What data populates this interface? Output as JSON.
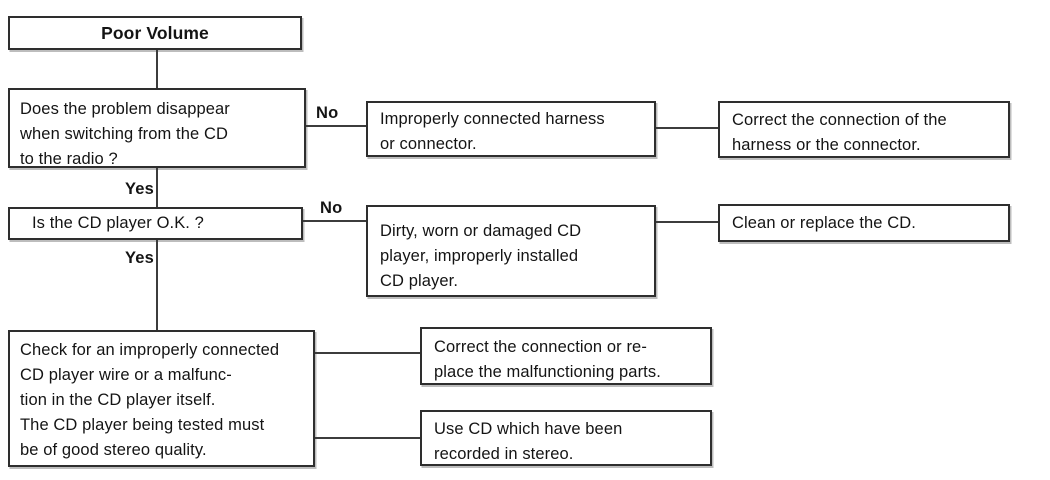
{
  "flowchart": {
    "start": {
      "label": "Poor Volume"
    },
    "questions": {
      "q1": {
        "text": "Does the problem disappear\nwhen switching from the CD\nto the radio ?",
        "no_label": "No",
        "yes_label": "Yes"
      },
      "q2": {
        "text": "Is the CD player O.K. ?",
        "no_label": "No",
        "yes_label": "Yes"
      }
    },
    "causes": {
      "c1": {
        "text": "Improperly connected harness\nor connector."
      },
      "c2": {
        "text": "Dirty, worn or damaged CD\nplayer, improperly installed\nCD player."
      }
    },
    "actions": {
      "a1": {
        "text": "Correct the connection of the\nharness or the connector."
      },
      "a2": {
        "text": "Clean or replace the CD."
      },
      "a3": {
        "text": "Correct the connection or re-\nplace the malfunctioning parts."
      },
      "a4": {
        "text": "Use CD which have been\nrecorded in stereo."
      }
    },
    "final_check": {
      "text": "Check for an improperly connected\nCD player wire or a malfunc-\ntion in the CD player itself.\nThe CD player being tested must\nbe of good stereo quality."
    },
    "colors": {
      "line": "#3c3c3c",
      "border": "#2e2e2e",
      "text": "#141414",
      "background": "#ffffff"
    }
  }
}
